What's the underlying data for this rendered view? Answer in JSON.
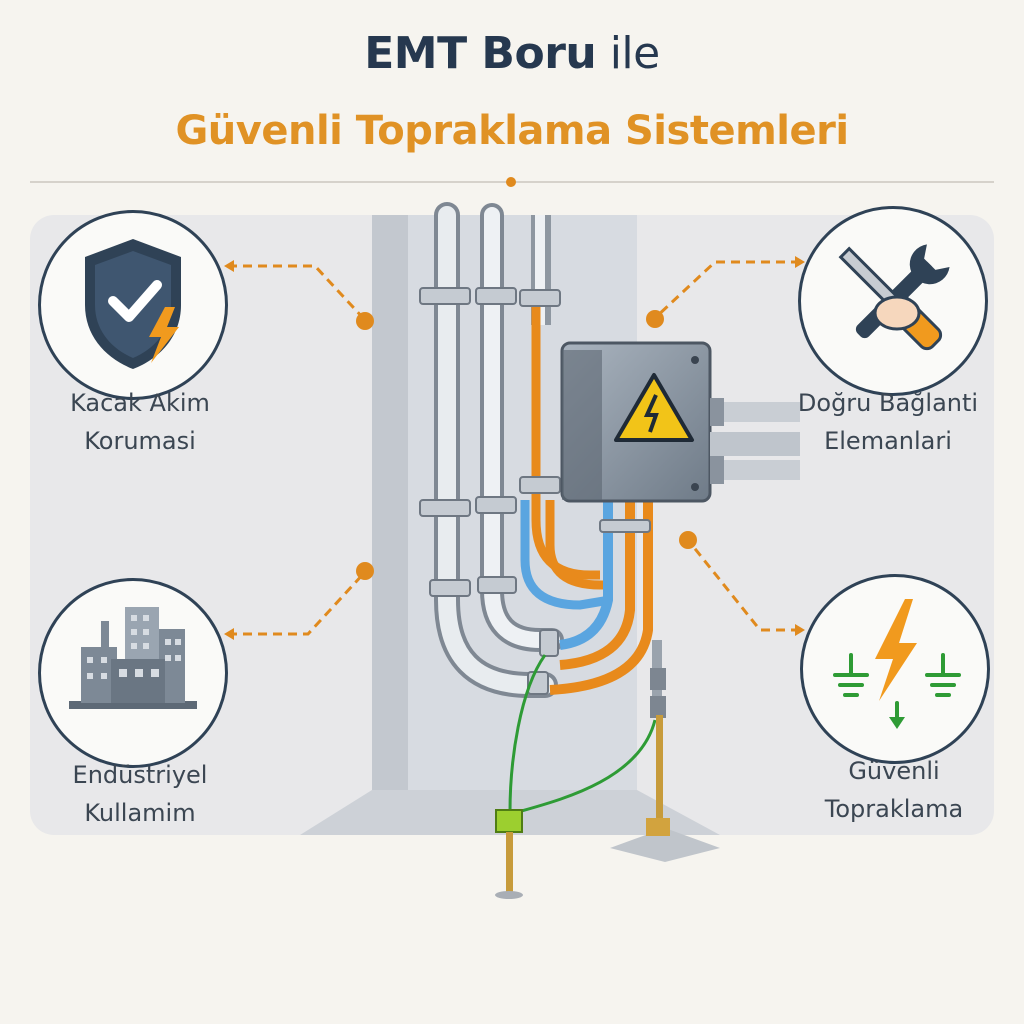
{
  "title": {
    "line1_bold": "EMT Boru",
    "line1_rest": " ile",
    "line2": "Güvenli Topraklama Sistemleri"
  },
  "features": {
    "top_left": {
      "line1": "Kacak Akim",
      "line2": "Korumasi",
      "icon": "shield-check-lightning-icon"
    },
    "top_right": {
      "line1": "Doğru Bağlanti",
      "line2": "Elemanlari",
      "icon": "wrench-screwdriver-icon"
    },
    "bottom_left": {
      "line1": "Endüstriyel",
      "line2": "Kullamim",
      "icon": "industrial-buildings-icon"
    },
    "bottom_right": {
      "line1": "Güvenli",
      "line2": "Topraklama",
      "icon": "ground-lightning-icon"
    }
  },
  "colors": {
    "title_dark": "#26384f",
    "accent_orange": "#e09225",
    "circle_border": "#2f4256",
    "conduit_blue": "#5aa5e0",
    "ground_green": "#2e9b35"
  }
}
